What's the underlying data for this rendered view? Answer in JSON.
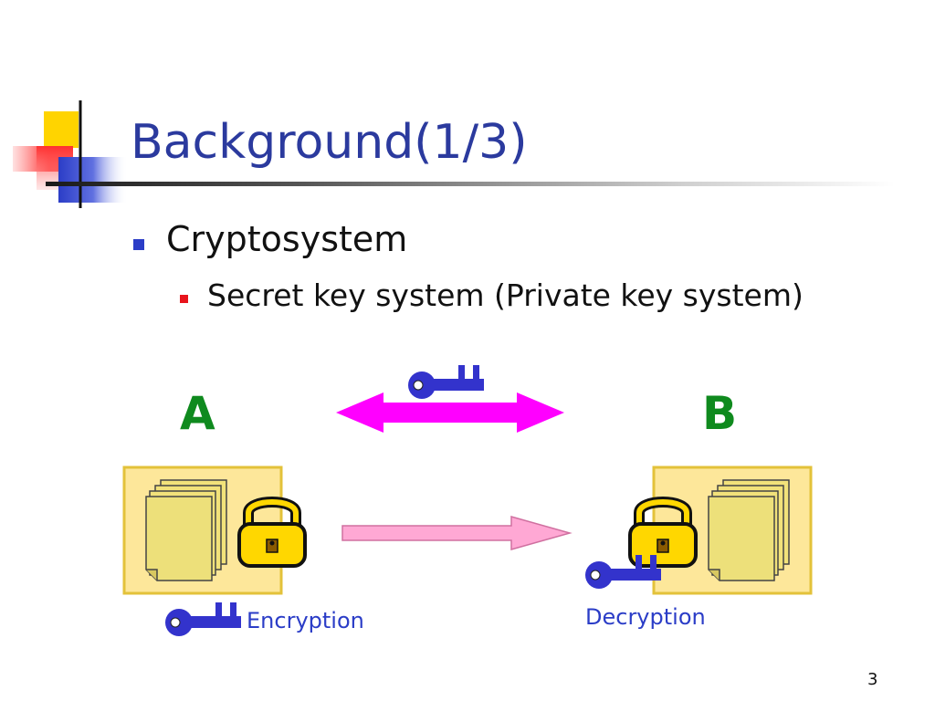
{
  "slide": {
    "title": "Background(1/3)",
    "bullets": [
      {
        "text": "Cryptosystem"
      },
      {
        "text": "Secret key system (Private key system)"
      }
    ],
    "page_number": "3"
  },
  "diagram": {
    "party_a": "A",
    "party_b": "B",
    "encryption_label": "Encryption",
    "decryption_label": "Decryption"
  },
  "colors": {
    "title": "#2b3a9e",
    "party_label": "#0f8a1e",
    "key": "#3333cc",
    "shared_arrow": "#ff00ff",
    "transfer_arrow": "#ff99cc",
    "document_box": "#f9e48b",
    "lock": "#ffd700"
  },
  "icons": [
    "key-icon",
    "lock-icon",
    "document-stack-icon",
    "double-arrow-icon",
    "right-arrow-icon"
  ]
}
